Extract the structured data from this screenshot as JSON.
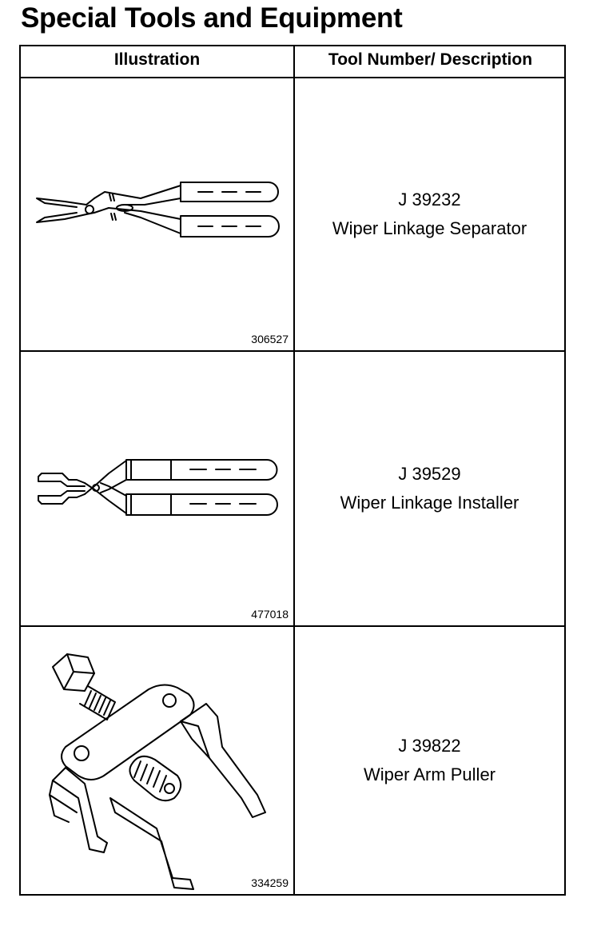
{
  "title": "Special Tools and Equipment",
  "table": {
    "headers": {
      "illustration": "Illustration",
      "description": "Tool Number/ Description"
    },
    "rows": [
      {
        "ref": "306527",
        "tool_number": "J 39232",
        "description": "Wiper Linkage Separator",
        "illustration_icon": "pliers-separator-icon"
      },
      {
        "ref": "477018",
        "tool_number": "J 39529",
        "description": "Wiper Linkage Installer",
        "illustration_icon": "pliers-installer-icon"
      },
      {
        "ref": "334259",
        "tool_number": "J 39822",
        "description": "Wiper Arm Puller",
        "illustration_icon": "arm-puller-icon"
      }
    ]
  }
}
